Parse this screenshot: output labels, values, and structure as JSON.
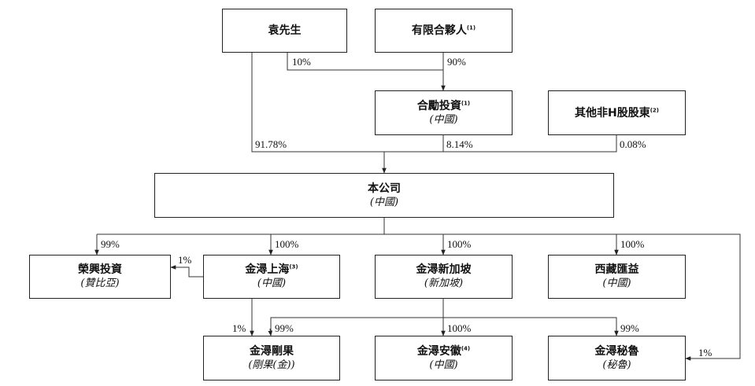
{
  "boxes": {
    "yuan": {
      "name": "袁先生",
      "note": "",
      "sub": ""
    },
    "partnership": {
      "name": "有限合夥人",
      "note": "(1)",
      "sub": ""
    },
    "helihui": {
      "name": "合勵投資",
      "note": "(1)",
      "sub": "(中國)"
    },
    "other_holders": {
      "name": "其他非H股股東",
      "note": "(2)",
      "sub": ""
    },
    "company": {
      "name": "本公司",
      "note": "",
      "sub": "(中國)"
    },
    "rongxing": {
      "name": "榮興投資",
      "note": "",
      "sub": "(贊比亞)"
    },
    "jinxun_shanghai": {
      "name": "金潯上海",
      "note": "(3)",
      "sub": "(中國)"
    },
    "jinxun_singapore": {
      "name": "金潯新加坡",
      "note": "",
      "sub": "(新加坡)"
    },
    "tibet_huiyi": {
      "name": "西藏匯益",
      "note": "",
      "sub": "(中國)"
    },
    "jinxun_congo": {
      "name": "金潯剛果",
      "note": "",
      "sub": "(剛果(金))"
    },
    "jinxun_anhui": {
      "name": "金潯安徽",
      "note": "(4)",
      "sub": "(中國)"
    },
    "jinxun_peru": {
      "name": "金潯秘魯",
      "note": "",
      "sub": "(秘魯)"
    }
  },
  "percentages": {
    "yuan_to_helihui": "10%",
    "partnership_to_helihui": "90%",
    "yuan_to_company": "91.78%",
    "helihui_to_company": "8.14%",
    "other_to_company": "0.08%",
    "company_to_rongxing": "99%",
    "company_to_shanghai": "100%",
    "company_to_singapore": "100%",
    "company_to_tibet": "100%",
    "shanghai_to_rongxing": "1%",
    "shanghai_to_congo": "1%",
    "singapore_to_congo": "99%",
    "singapore_to_anhui": "100%",
    "singapore_to_peru": "99%",
    "company_to_peru": "1%"
  }
}
